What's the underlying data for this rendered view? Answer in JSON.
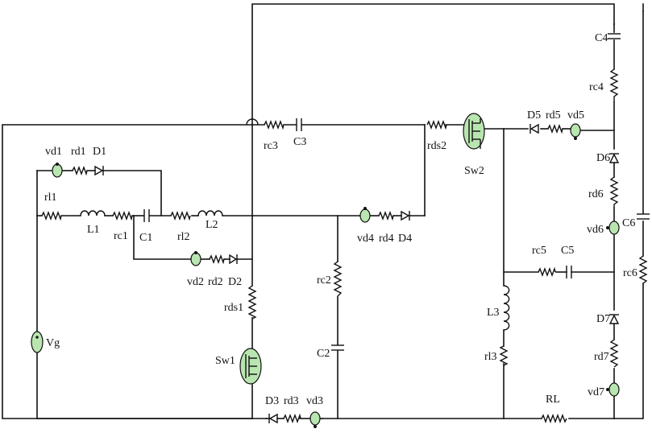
{
  "labels": {
    "vd1": "vd1",
    "rd1": "rd1",
    "D1": "D1",
    "rl1": "rl1",
    "L1": "L1",
    "rc1": "rc1",
    "C1": "C1",
    "rl2": "rl2",
    "L2": "L2",
    "vd2": "vd2",
    "rd2": "rd2",
    "D2": "D2",
    "rc3": "rc3",
    "C3": "C3",
    "rds2": "rds2",
    "Sw2": "Sw2",
    "D5": "D5",
    "rd5": "rd5",
    "vd5": "vd5",
    "C4": "C4",
    "rc4": "rc4",
    "D6": "D6",
    "rd6": "rd6",
    "vd6": "vd6",
    "C6": "C6",
    "rc6": "rc6",
    "vd4": "vd4",
    "rd4": "rd4",
    "D4": "D4",
    "rc2": "rc2",
    "C2": "C2",
    "rds1": "rds1",
    "Sw1": "Sw1",
    "rc5": "rc5",
    "C5": "C5",
    "L3": "L3",
    "rl3": "rl3",
    "D7": "D7",
    "rd7": "rd7",
    "vd7": "vd7",
    "Vg": "Vg",
    "D3": "D3",
    "rd3": "rd3",
    "vd3": "vd3",
    "RL": "RL"
  },
  "icons": {
    "voltage_source": "voltage-source-icon",
    "resistor": "resistor-icon",
    "inductor": "inductor-icon",
    "capacitor": "capacitor-icon",
    "diode": "diode-icon",
    "mosfet": "mosfet-switch-icon"
  },
  "colors": {
    "wire": "#111111",
    "source_fill": "#b9e6b0"
  }
}
